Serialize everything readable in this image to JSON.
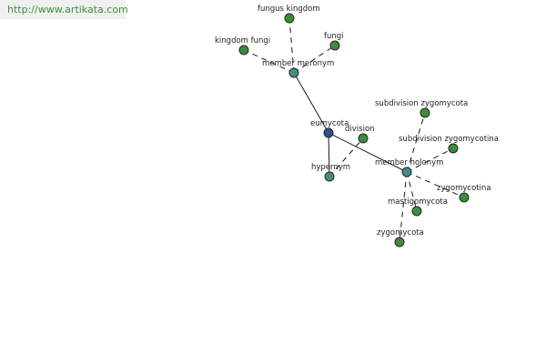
{
  "source": {
    "url_text": "http://www.artikata.com"
  },
  "colors": {
    "root": "#3a4a94",
    "relation": "#4a8a8a",
    "leaf": "#3f8a3f",
    "edge": "#1a1a1a"
  },
  "graph": {
    "nodes": [
      {
        "id": "eumycota",
        "label": "eumycota",
        "kind": "root"
      },
      {
        "id": "member_meronym",
        "label": "member meronym",
        "kind": "relation"
      },
      {
        "id": "hypernym",
        "label": "hypernym",
        "kind": "relation"
      },
      {
        "id": "member_holonym",
        "label": "member holonym",
        "kind": "relation"
      },
      {
        "id": "fungus_kingdom",
        "label": "fungus kingdom",
        "kind": "leaf"
      },
      {
        "id": "kingdom_fungi",
        "label": "kingdom fungi",
        "kind": "leaf"
      },
      {
        "id": "fungi",
        "label": "fungi",
        "kind": "leaf"
      },
      {
        "id": "division",
        "label": "division",
        "kind": "leaf"
      },
      {
        "id": "subdivision_zygomycota",
        "label": "subdivision zygomycota",
        "kind": "leaf"
      },
      {
        "id": "subdivision_zygomycotina",
        "label": "subdivision zygomycotina",
        "kind": "leaf"
      },
      {
        "id": "zygomycotina",
        "label": "zygomycotina",
        "kind": "leaf"
      },
      {
        "id": "mastigomycota",
        "label": "mastigomycota",
        "kind": "leaf"
      },
      {
        "id": "zygomycota",
        "label": "zygomycota",
        "kind": "leaf"
      }
    ],
    "edges": [
      {
        "from": "eumycota",
        "to": "member_meronym",
        "style": "solid"
      },
      {
        "from": "eumycota",
        "to": "hypernym",
        "style": "solid"
      },
      {
        "from": "eumycota",
        "to": "member_holonym",
        "style": "solid"
      },
      {
        "from": "member_meronym",
        "to": "fungus_kingdom",
        "style": "dashed"
      },
      {
        "from": "member_meronym",
        "to": "kingdom_fungi",
        "style": "dashed"
      },
      {
        "from": "member_meronym",
        "to": "fungi",
        "style": "dashed"
      },
      {
        "from": "hypernym",
        "to": "division",
        "style": "dashed"
      },
      {
        "from": "member_holonym",
        "to": "subdivision_zygomycota",
        "style": "dashed"
      },
      {
        "from": "member_holonym",
        "to": "subdivision_zygomycotina",
        "style": "dashed"
      },
      {
        "from": "member_holonym",
        "to": "zygomycotina",
        "style": "dashed"
      },
      {
        "from": "member_holonym",
        "to": "mastigomycota",
        "style": "dashed"
      },
      {
        "from": "member_holonym",
        "to": "zygomycota",
        "style": "dashed"
      }
    ]
  }
}
